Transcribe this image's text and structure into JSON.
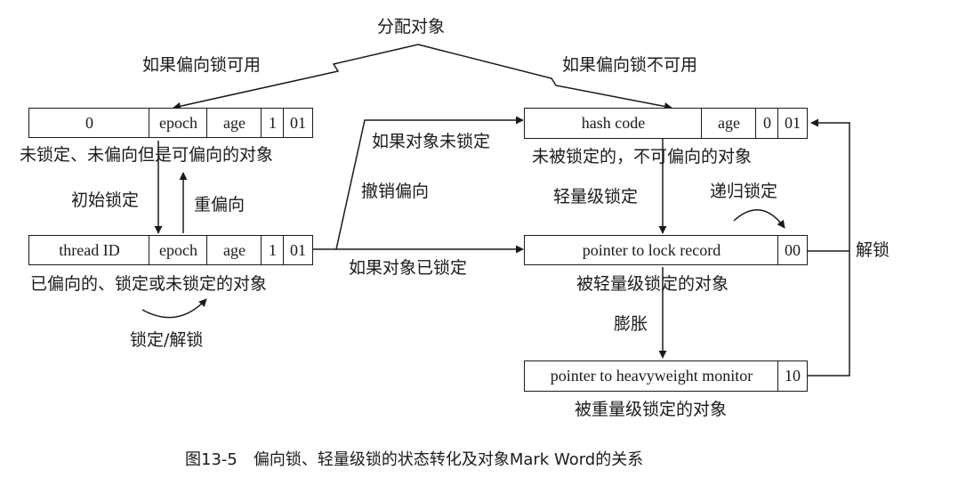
{
  "top_label": "分配对象",
  "branch_labels": {
    "left": "如果偏向锁可用",
    "right": "如果偏向锁不可用"
  },
  "states": {
    "unlocked_biasable": {
      "fields": [
        "0",
        "epoch",
        "age",
        "1",
        "01"
      ],
      "caption": "未锁定、未偏向但是可偏向的对象"
    },
    "biased": {
      "fields": [
        "thread ID",
        "epoch",
        "age",
        "1",
        "01"
      ],
      "caption": "已偏向的、锁定或未锁定的对象"
    },
    "unlocked_nonbiasable": {
      "fields": [
        "hash code",
        "age",
        "0",
        "01"
      ],
      "caption": "未被锁定的，不可偏向的对象"
    },
    "lightweight": {
      "fields": [
        "pointer to lock record",
        "00"
      ],
      "caption": "被轻量级锁定的对象"
    },
    "heavyweight": {
      "fields": [
        "pointer to heavyweight monitor",
        "10"
      ],
      "caption": "被重量级锁定的对象"
    }
  },
  "transitions": {
    "initial_lock": "初始锁定",
    "rebias": "重偏向",
    "lock_unlock": "锁定/解锁",
    "if_not_locked": "如果对象未锁定",
    "revoke_bias": "撤销偏向",
    "if_locked": "如果对象已锁定",
    "lightweight_lock": "轻量级锁定",
    "recursive_lock": "递归锁定",
    "inflate": "膨胀",
    "unlock": "解锁"
  },
  "figure_caption": "图13-5　偏向锁、轻量级锁的状态转化及对象Mark Word的关系"
}
